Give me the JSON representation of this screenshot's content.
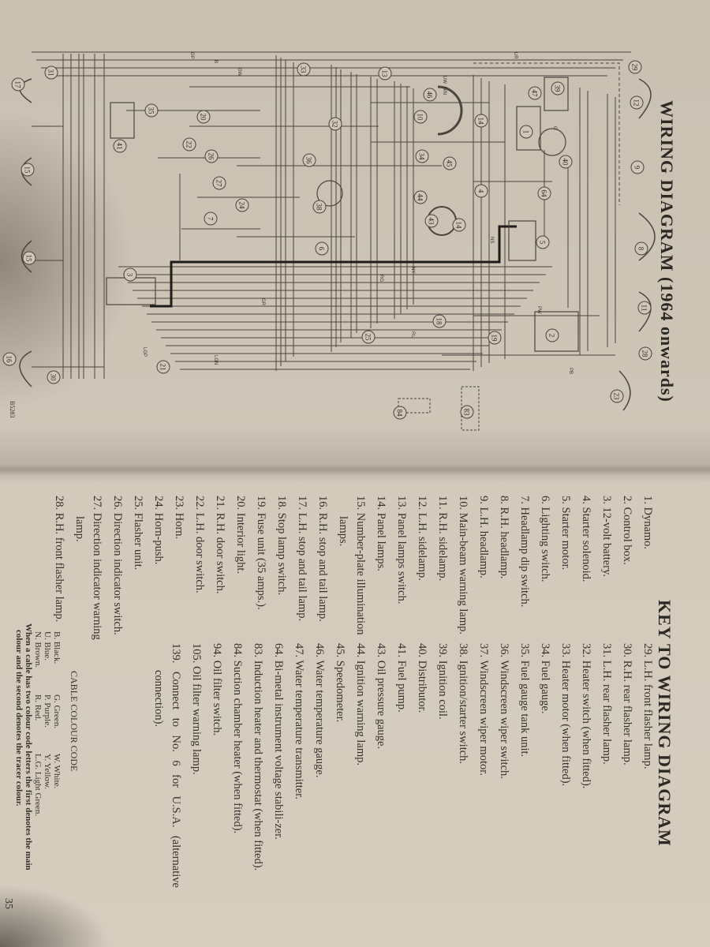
{
  "diagram_page": {
    "title": "WIRING DIAGRAM (1964 onwards)",
    "reference": "B5283",
    "components": [
      "29",
      "12",
      "9",
      "8",
      "11",
      "28",
      "23",
      "47",
      "39",
      "40",
      "1",
      "64",
      "5",
      "2",
      "19",
      "14",
      "4",
      "17",
      "31",
      "35",
      "41",
      "20",
      "22",
      "26",
      "27",
      "7",
      "3",
      "15",
      "15",
      "16",
      "30",
      "21",
      "33",
      "13",
      "46",
      "10",
      "32",
      "36",
      "34",
      "45",
      "44",
      "38",
      "43",
      "14",
      "6",
      "24",
      "25",
      "18",
      "84",
      "83"
    ],
    "wire_codes": [
      "GP",
      "B",
      "GW",
      "UR",
      "UW",
      "NY",
      "RG",
      "LGP",
      "LGN",
      "PW",
      "GR",
      "WN",
      "G",
      "NS",
      "RU",
      "PB"
    ]
  },
  "key_page": {
    "title": "KEY TO WIRING DIAGRAM",
    "column1": [
      "1. Dynamo.",
      "2. Control box.",
      "3. 12-volt battery.",
      "4. Starter solenoid.",
      "5. Starter motor.",
      "6. Lighting switch.",
      "7. Headlamp dip switch.",
      "8. R.H. headlamp.",
      "9. L.H. headlamp.",
      "10. Main-beam warning lamp.",
      "11. R.H. sidelamp.",
      "12. L.H. sidelamp.",
      "13. Panel lamps switch.",
      "14. Panel lamps.",
      "15. Number-plate illumination lamps.",
      "16. R.H. stop and tail lamp.",
      "17. L.H. stop and tail lamp.",
      "18. Stop lamp switch.",
      "19. Fuse unit (35 amps.).",
      "20. Interior light.",
      "21. R.H. door switch.",
      "22. L.H. door switch.",
      "23. Horn.",
      "24. Horn-push.",
      "25. Flasher unit.",
      "26. Direction indicator switch.",
      "27. Direction indicator warning lamp.",
      "28. R.H. front flasher lamp."
    ],
    "column2": [
      "29. L.H. front flasher lamp.",
      "30. R.H. rear flasher lamp.",
      "31. L.H. rear flasher lamp.",
      "32. Heater switch (when fitted).",
      "33. Heater motor (when fitted).",
      "34. Fuel gauge.",
      "35. Fuel gauge tank unit.",
      "36. Windscreen wiper switch.",
      "37. Windscreen wiper motor.",
      "38. Ignition/starter switch.",
      "39. Ignition coil.",
      "40. Distributor.",
      "41. Fuel pump.",
      "43. Oil pressure gauge.",
      "44. Ignition warning lamp.",
      "45. Speedometer.",
      "46. Water temperature gauge.",
      "47. Water temperature transmitter.",
      "64. Bi-metal instrument voltage stabili-zer.",
      "83. Induction heater and thermostat (when fitted).",
      "84. Suction chamber heater (when fitted).",
      "94. Oil filter switch.",
      "105. Oil filter warning lamp.",
      "139. Connect to No. 6 for U.S.A. (alternative connection)."
    ],
    "cable_colour_code": {
      "title": "CABLE COLOUR CODE",
      "rows": [
        [
          "B. Black.",
          "G. Green.",
          "W. White."
        ],
        [
          "U. Blue.",
          "P. Purple.",
          "Y. Yellow."
        ],
        [
          "N. Brown.",
          "R. Red.",
          "L.G. Light Green."
        ]
      ],
      "note_line1": "When a cable has two colour code letters the first denotes the main",
      "note_line2": "colour and the second denotes the tracer colour."
    },
    "page_number": "35"
  },
  "colors": {
    "paper": "#d3cabc",
    "ink": "#36322e",
    "wire": "#4a4540"
  }
}
